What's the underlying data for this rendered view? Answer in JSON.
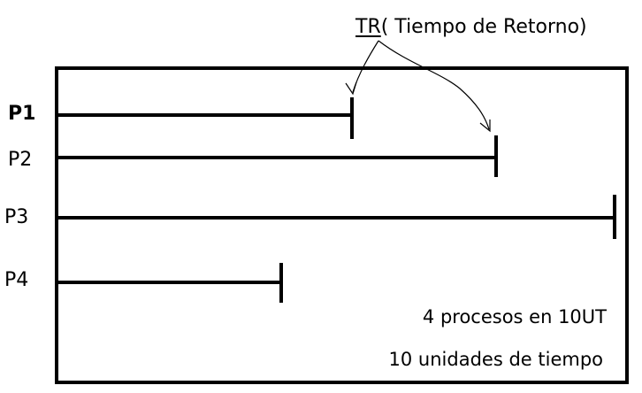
{
  "annotation": {
    "abbr": "TR",
    "text": "( Tiempo de Retorno)"
  },
  "processes": [
    {
      "label": "P1",
      "bold": true
    },
    {
      "label": "P2",
      "bold": false
    },
    {
      "label": "P3",
      "bold": false
    },
    {
      "label": "P4",
      "bold": false
    }
  ],
  "notes": {
    "count": "4 procesos en 10UT",
    "units": "10 unidades de tiempo"
  }
}
